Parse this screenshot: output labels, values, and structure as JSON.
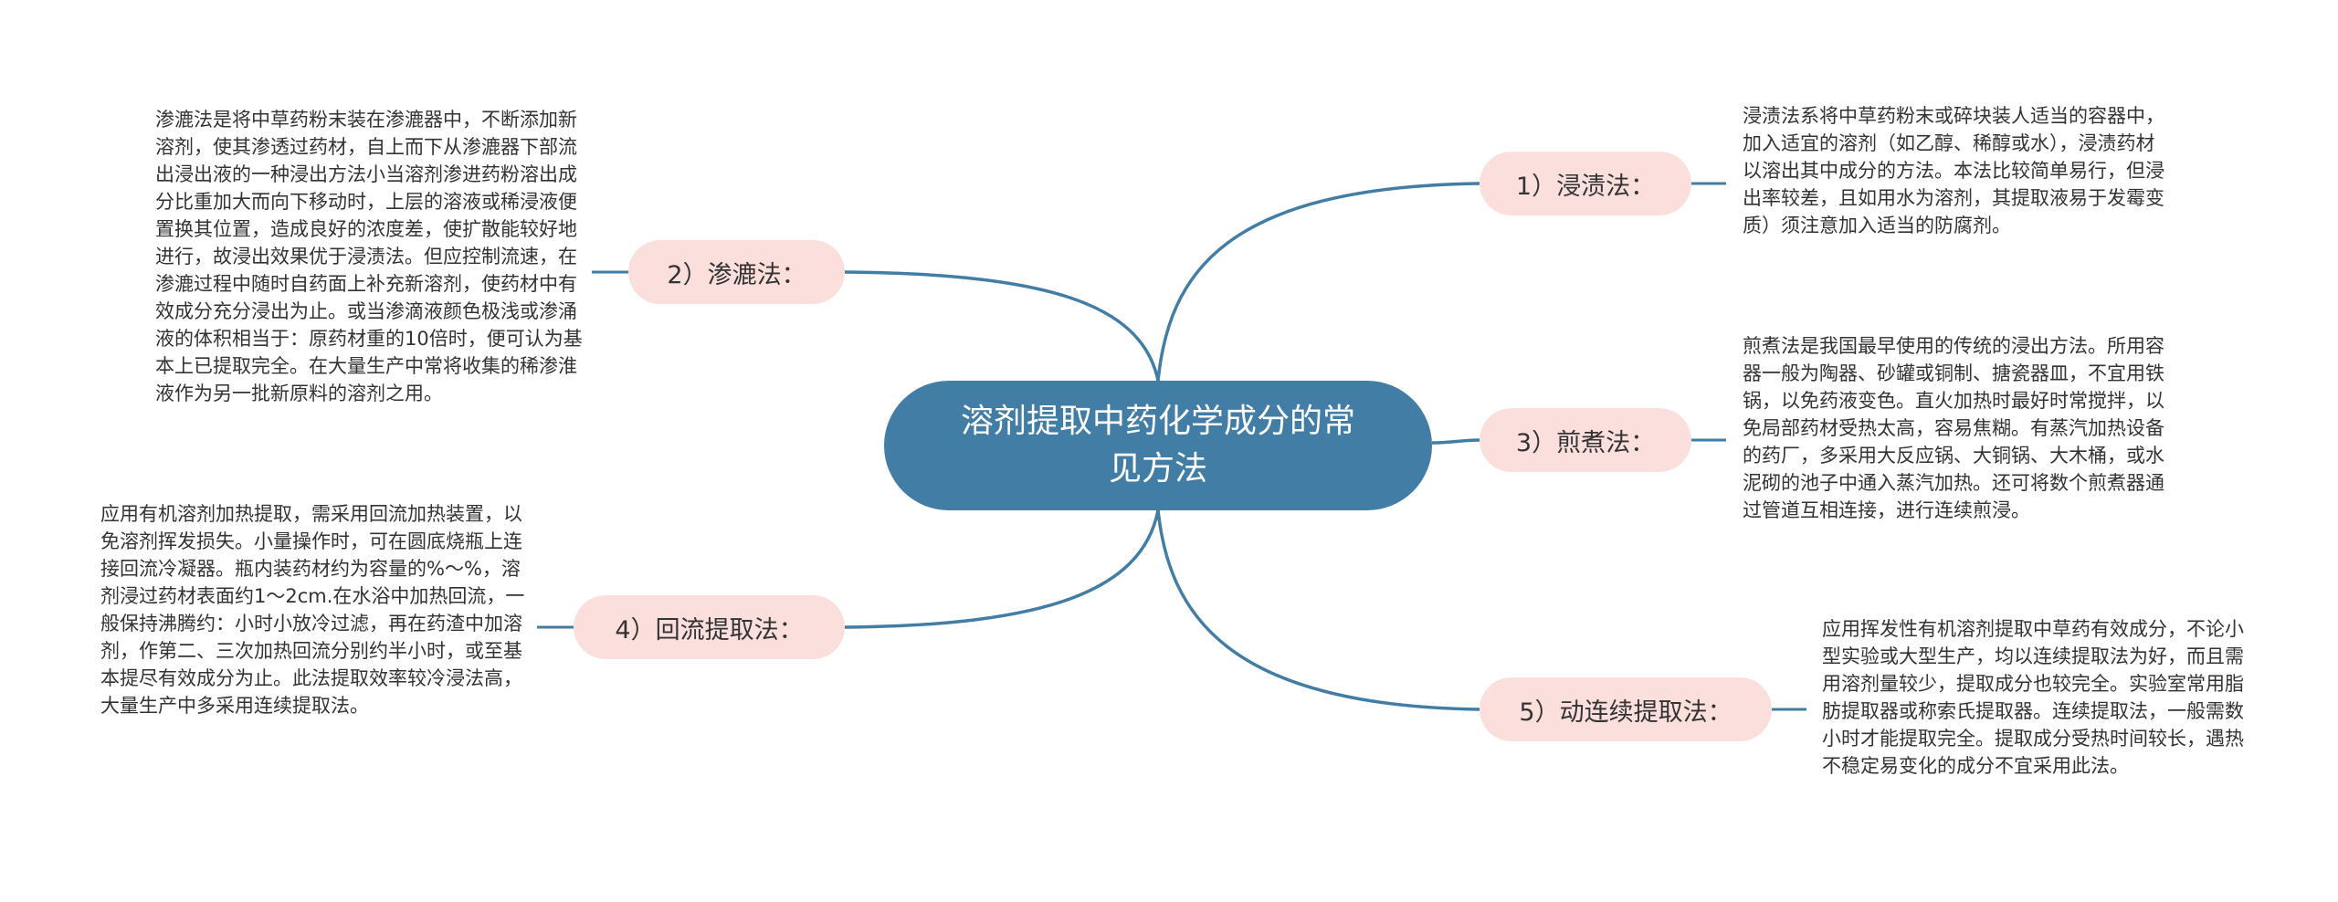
{
  "center": {
    "title": "溶剂提取中药化学成分的常见方法"
  },
  "branches": [
    {
      "label": "1）浸渍法：",
      "desc": "浸渍法系将中草药粉末或碎块装人适当的容器中，加入适宜的溶剂（如乙醇、稀醇或水），浸渍药材以溶出其中成分的方法。本法比较简单易行，但浸出率较差，且如用水为溶剂，其提取液易于发霉变质）须注意加入适当的防腐剂。"
    },
    {
      "label": "2）渗漉法：",
      "desc": "渗漉法是将中草药粉末装在渗漉器中，不断添加新溶剂，使其渗透过药材，自上而下从渗漉器下部流出浸出液的一种浸出方法小当溶剂渗进药粉溶出成分比重加大而向下移动时，上层的溶液或稀浸液便置换其位置，造成良好的浓度差，使扩散能较好地进行，故浸出效果优于浸渍法。但应控制流速，在渗漉过程中随时自药面上补充新溶剂，使药材中有效成分充分浸出为止。或当渗滴液颜色极浅或渗涌液的体积相当于：原药材重的10倍时，便可认为基本上已提取完全。在大量生产中常将收集的稀渗淮液作为另一批新原料的溶剂之用。"
    },
    {
      "label": "3）煎煮法：",
      "desc": "煎煮法是我国最早使用的传统的浸出方法。所用容器一般为陶器、砂罐或铜制、搪瓷器皿，不宜用铁锅，以免药液变色。直火加热时最好时常搅拌，以免局部药材受热太高，容易焦糊。有蒸汽加热设备的药厂，多采用大反应锅、大铜锅、大木桶，或水泥砌的池子中通入蒸汽加热。还可将数个煎煮器通过管道互相连接，进行连续煎浸。"
    },
    {
      "label": "4）回流提取法：",
      "desc": "应用有机溶剂加热提取，需采用回流加热装置，以免溶剂挥发损失。小量操作时，可在圆底烧瓶上连接回流冷凝器。瓶内装药材约为容量的%～%，溶剂浸过药材表面约1～2cm.在水浴中加热回流，一般保持沸腾约：小时小放冷过滤，再在药渣中加溶剂，作第二、三次加热回流分别约半小时，或至基本提尽有效成分为止。此法提取效率较冷浸法高，大量生产中多采用连续提取法。"
    },
    {
      "label": "5）动连续提取法：",
      "desc": "应用挥发性有机溶剂提取中草药有效成分，不论小型实验或大型生产，均以连续提取法为好，而且需用溶剂量较少，提取成分也较完全。实验室常用脂肪提取器或称索氏提取器。连续提取法，一般需数小时才能提取完全。提取成分受热时间较长，遇热不稳定易变化的成分不宜采用此法。"
    }
  ],
  "colors": {
    "center_fill": "#427da5",
    "center_text": "#ffffff",
    "branch_fill": "#fbdfdc",
    "branch_text": "#333333",
    "line": "#427da5",
    "desc_text": "#333333"
  }
}
